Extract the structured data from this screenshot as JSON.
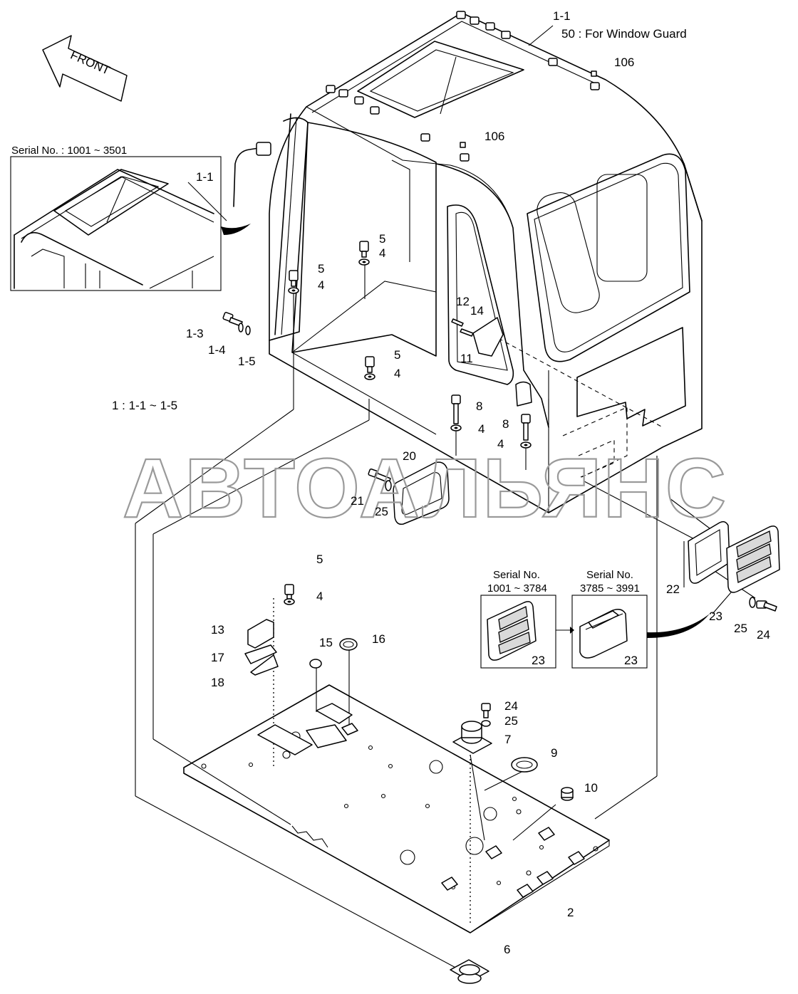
{
  "arrow_label": "FRONT",
  "watermark": "АВТОАЛЬЯНС",
  "notes": {
    "top_ref": "1-1",
    "window_guard": "50 : For Window Guard",
    "kit_note": "1 : 1-1 ~ 1-5"
  },
  "insets": {
    "roof": {
      "title": "Serial No. : 1001 ~ 3501",
      "part": "1-1"
    },
    "vent_a": {
      "title_line1": "Serial No.",
      "title_line2": "1001 ~ 3784",
      "part": "23"
    },
    "vent_b": {
      "title_line1": "Serial No.",
      "title_line2": "3785 ~ 3991",
      "part": "23"
    }
  },
  "callouts": {
    "p106a": "106",
    "p106b": "106",
    "p5a": "5",
    "p4a": "4",
    "p5b": "5",
    "p4b": "4",
    "p5c": "5",
    "p4c": "4",
    "p13": "1-3",
    "p14": "1-4",
    "p15": "1-5",
    "p12": "12",
    "p14b": "14",
    "p11": "11",
    "p8a": "8",
    "p4d": "4",
    "p8b": "8",
    "p4e": "4",
    "p20": "20",
    "p21": "21",
    "p25a": "25",
    "p22": "22",
    "p23a": "23",
    "p25b": "25",
    "p24a": "24",
    "p5d": "5",
    "p4f": "4",
    "p13b": "13",
    "p17": "17",
    "p18": "18",
    "p15b": "15",
    "p16": "16",
    "p24b": "24",
    "p25c": "25",
    "p7": "7",
    "p9": "9",
    "p10": "10",
    "p2": "2",
    "p6": "6"
  }
}
